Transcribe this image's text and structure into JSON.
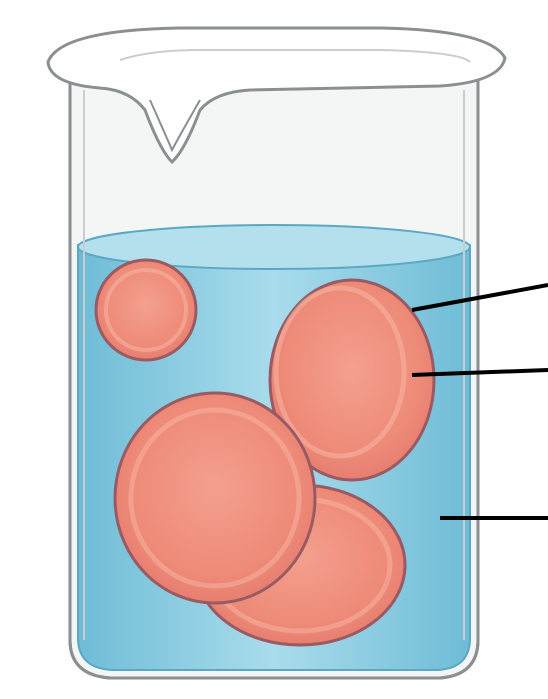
{
  "diagram": {
    "subject": "beaker-with-cells-in-solution",
    "colors": {
      "liquid": "#7cc6de",
      "liquid_light": "#b4e0ee",
      "glass_outline": "#8a8f92",
      "cell_fill": "#f08f7e",
      "cell_outline": "#9a5a63",
      "leader_line": "#000000"
    },
    "label_pointers": [
      {
        "target": "cell-membrane"
      },
      {
        "target": "cell-interior"
      },
      {
        "target": "surrounding-solution"
      }
    ]
  }
}
